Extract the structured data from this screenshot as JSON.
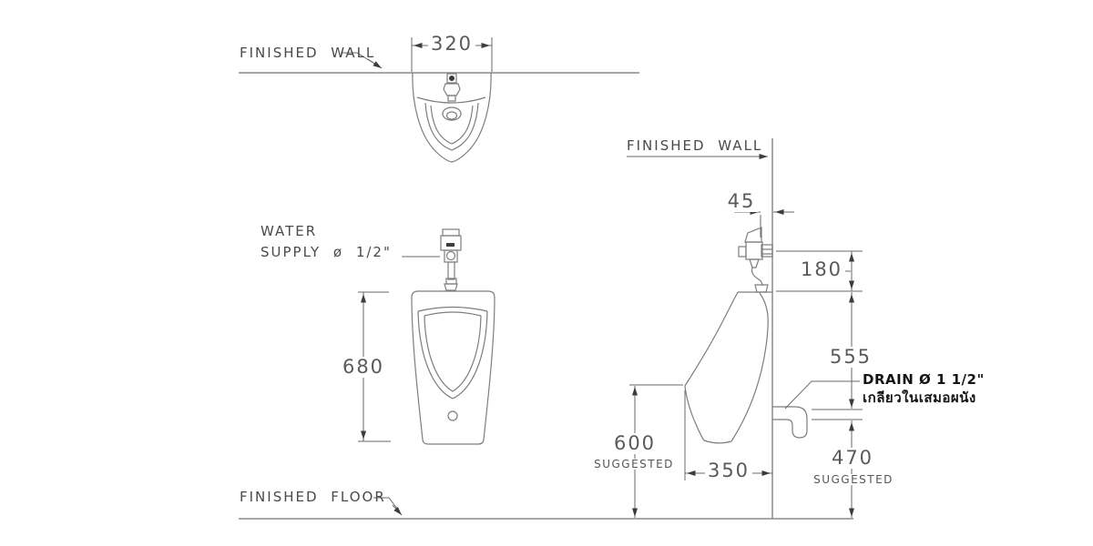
{
  "labels": {
    "finished_wall_top": "FINISHED WALL",
    "finished_wall_side": "FINISHED WALL",
    "finished_floor": "FINISHED FLOOR",
    "water_supply_line1": "WATER",
    "water_supply_line2": "SUPPLY ø 1/2\"",
    "drain_line1": "DRAIN Ø 1 1/2\"",
    "drain_line2": "เกลียวในเสมอผนัง",
    "suggested": "SUGGESTED"
  },
  "dims": {
    "width_320": "320",
    "height_680": "680",
    "wall_offset_45": "45",
    "inlet_height_180": "180",
    "drain_drop_555": "555",
    "rim_height_600": "600",
    "depth_350": "350",
    "drain_height_470": "470"
  },
  "colors": {
    "object_line": "#7d7d7d",
    "dimension_line": "#6a6a6a",
    "text": "#4d4d4d",
    "bold_text": "#141414",
    "background": "#ffffff"
  }
}
